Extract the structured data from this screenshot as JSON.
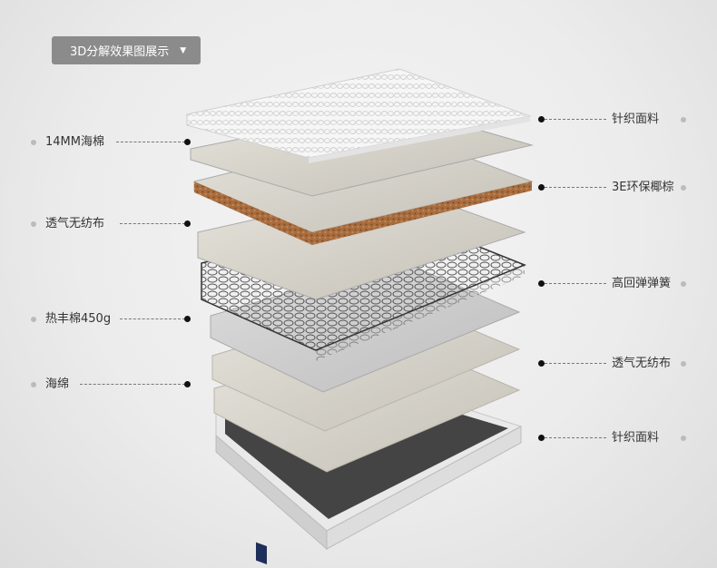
{
  "header": {
    "tag_label": "3D分解效果图展示",
    "tag_icon": "caret-down-icon"
  },
  "left_labels": [
    {
      "text": "14MM海棉"
    },
    {
      "text": "透气无纺布"
    },
    {
      "text": "热丰棉450g"
    },
    {
      "text": "海绵"
    }
  ],
  "right_labels": [
    {
      "text": "针织面料"
    },
    {
      "text": "3E环保椰棕"
    },
    {
      "text": "高回弹弹簧"
    },
    {
      "text": "透气无纺布"
    },
    {
      "text": "针织面料"
    }
  ],
  "colors": {
    "tag_bg": "#8b8b8b",
    "coir": "#a06a3f",
    "knit": "#f7f7f7",
    "felt": "#cfcbc2"
  }
}
